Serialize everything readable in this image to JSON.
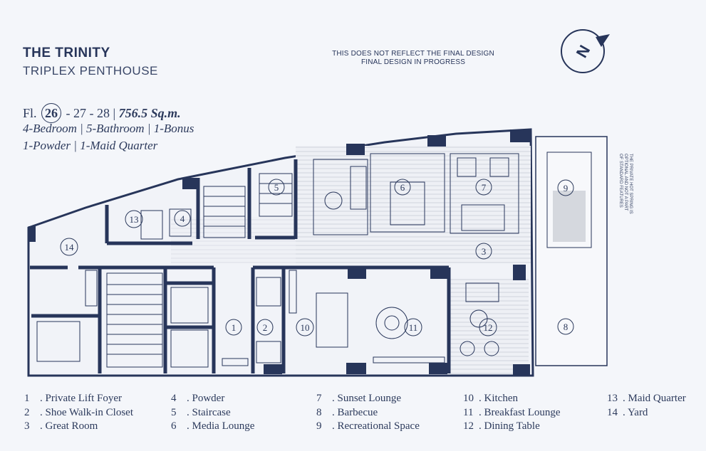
{
  "header": {
    "title": "THE TRINITY",
    "subtitle": "TRIPLEX PENTHOUSE",
    "floor_prefix": "Fl.",
    "floor_current": "26",
    "floor_rest": "- 27 - 28 |",
    "area": "756.5 Sq.m.",
    "spec_line1": "4-Bedroom | 5-Bathroom | 1-Bonus",
    "spec_line2": "1-Powder | 1-Maid Quarter"
  },
  "disclaimer": {
    "line1": "THIS DOES NOT REFLECT THE FINAL DESIGN",
    "line2": "FINAL DESIGN IN PROGRESS"
  },
  "compass": {
    "letter": "N",
    "icon": "north-compass-icon"
  },
  "side_note": "THE PRIVATE HOT SPRING IS OPTIONAL AND NOT A PART OF STANDARD FEATURES",
  "colors": {
    "ink": "#2c3a5c",
    "wall": "#27355a",
    "background": "#f4f6fa",
    "pool": "#d5d8de"
  },
  "rooms": [
    {
      "num": "1",
      "name": "Private Lift Foyer"
    },
    {
      "num": "2",
      "name": "Shoe Walk-in Closet"
    },
    {
      "num": "3",
      "name": "Great Room"
    },
    {
      "num": "4",
      "name": "Powder"
    },
    {
      "num": "5",
      "name": "Staircase"
    },
    {
      "num": "6",
      "name": "Media Lounge"
    },
    {
      "num": "7",
      "name": "Sunset Lounge"
    },
    {
      "num": "8",
      "name": "Barbecue"
    },
    {
      "num": "9",
      "name": "Recreational Space"
    },
    {
      "num": "10",
      "name": "Kitchen"
    },
    {
      "num": "11",
      "name": "Breakfast Lounge"
    },
    {
      "num": "12",
      "name": "Dining Table"
    },
    {
      "num": "13",
      "name": "Maid Quarter"
    },
    {
      "num": "14",
      "name": "Yard"
    }
  ]
}
